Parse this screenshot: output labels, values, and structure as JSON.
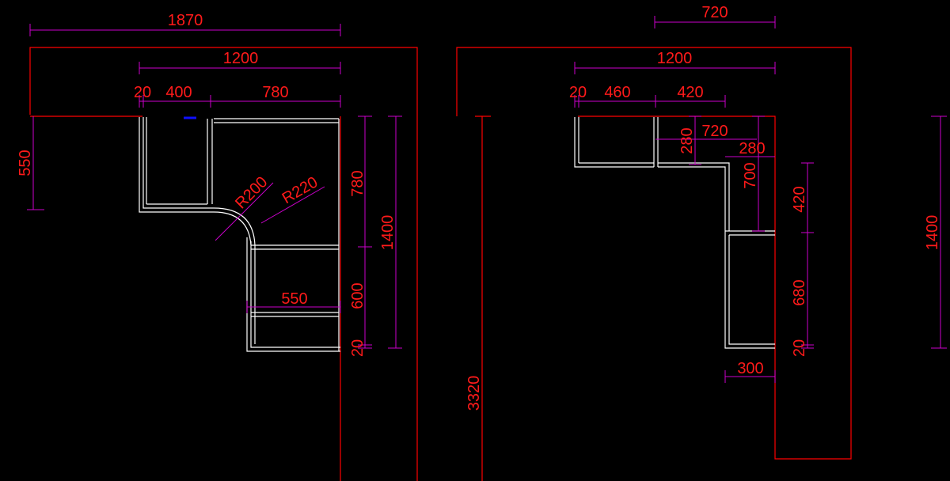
{
  "left_plan": {
    "dims": {
      "overall_width": "1870",
      "counter_width": "1200",
      "side_gap": "20",
      "cabinet_a": "400",
      "cabinet_b": "780",
      "left_depth": "550",
      "right_upper": "780",
      "right_lower": "600",
      "right_gap": "20",
      "right_total": "1400",
      "lower_width": "550",
      "radius_inner": "R200",
      "radius_outer": "R220"
    }
  },
  "right_plan": {
    "dims": {
      "top_width": "720",
      "counter_width": "1200",
      "side_gap": "20",
      "cabinet_a": "460",
      "cabinet_b": "420",
      "step_height": "280",
      "step_width": "720",
      "step_offset": "280",
      "column_upper": "700",
      "right_upper": "420",
      "right_lower": "680",
      "right_gap": "20",
      "bottom_width": "300",
      "overall_height": "3320",
      "right_total": "1400"
    }
  }
}
